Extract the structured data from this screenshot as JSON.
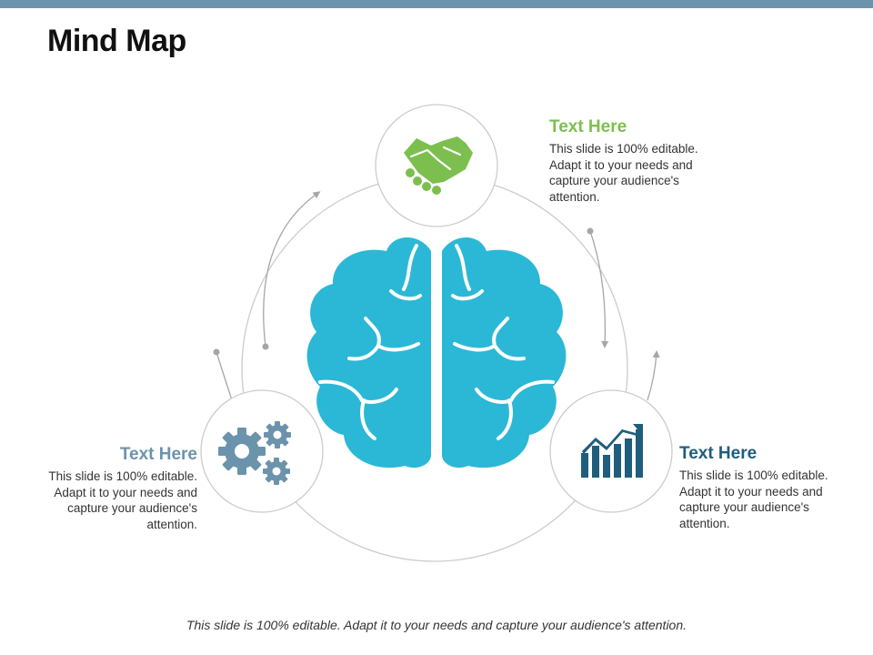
{
  "title": "Mind Map",
  "nodes": {
    "top_right": {
      "heading": "Text Here",
      "body": "This slide is 100% editable. Adapt it to your needs and capture your audience's attention.",
      "color": "#7cbf4f",
      "icon": "handshake-icon"
    },
    "left": {
      "heading": "Text Here",
      "body": "This slide is 100% editable. Adapt it to your needs and capture your audience's attention.",
      "color": "#6b93ab",
      "icon": "gears-icon"
    },
    "bottom_right": {
      "heading": "Text Here",
      "body": "This slide is 100% editable. Adapt it to your needs and capture your audience's attention.",
      "color": "#1f5d7d",
      "icon": "growth-chart-icon"
    }
  },
  "center": {
    "icon": "brain-icon",
    "color": "#2bb8d6"
  },
  "footer": "This slide is 100% editable. Adapt it to your needs and capture your audience's attention.",
  "colors": {
    "top_bar": "#6b93ab",
    "circle_stroke": "#cccccc",
    "arrow": "#a6a6a6"
  }
}
